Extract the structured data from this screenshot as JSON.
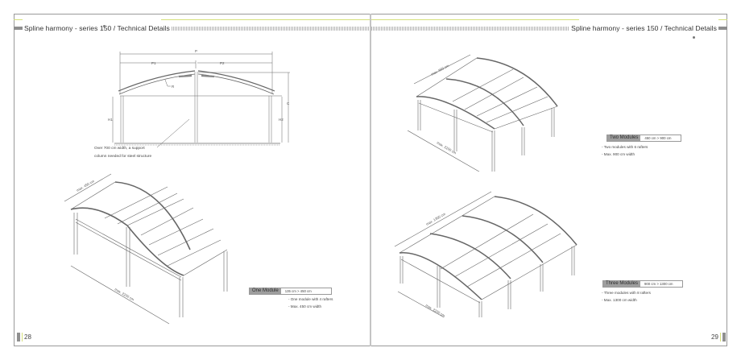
{
  "document": {
    "left_page": {
      "header_title": "Spline harmony - series 150 /  Technical Details",
      "page_number": "28",
      "section_drawing": {
        "labels": {
          "P": "P",
          "P1": "P1",
          "P2": "P2",
          "R": "R",
          "H1": "H1",
          "H2": "H2",
          "C": "C"
        },
        "note_line1": "Over 700 cm width, a support",
        "note_line2": "column needed for steel structure"
      },
      "iso_drawing": {
        "width_dim": "max. 450 cm",
        "length_dim": "max. 2200 cm"
      },
      "spec": {
        "label": "One Module",
        "value": "135 cm > 450 cm",
        "notes": [
          "- One module with  4 rafters",
          "- Max. 450 cm width"
        ]
      }
    },
    "right_page": {
      "header_title": "Spline harmony - series 150 /  Technical Details",
      "page_number": "29",
      "iso_drawing_top": {
        "width_dim": "max. 900 cm",
        "length_dim": "max. 2200 cm"
      },
      "spec_top": {
        "label": "Two Modules",
        "value": "450 cm > 900 cm",
        "notes": [
          "- Two modules with 6 rafters",
          "- Max. 900 cm width"
        ]
      },
      "iso_drawing_bottom": {
        "width_dim": "max. 1300 cm",
        "length_dim": "max. 2200 cm"
      },
      "spec_bottom": {
        "label": "Three Modules",
        "value": "900 cm > 1300 cm",
        "notes": [
          "- Three modules with 8 rafters",
          "- Max. 1300 cm width"
        ]
      }
    },
    "colors": {
      "accent_line": "#d5e07a",
      "tab_grey": "#8f8f8f",
      "frame": "#9a9a9a"
    }
  }
}
